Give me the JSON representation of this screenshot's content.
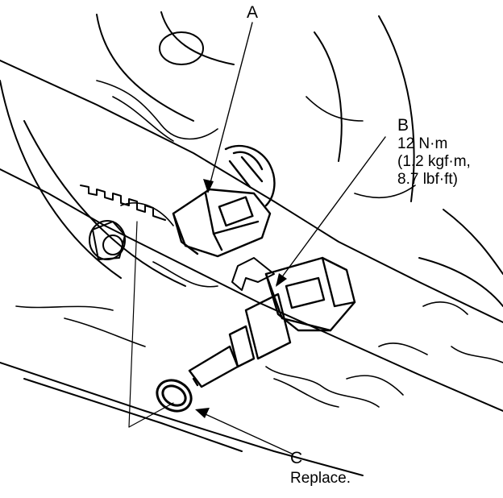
{
  "callouts": {
    "a": {
      "letter": "A"
    },
    "b": {
      "letter": "B",
      "torque_line1": "12 N·m",
      "torque_line2": "(1.2 kgf·m,",
      "torque_line3": "8.7 lbf·ft)"
    },
    "c": {
      "letter": "C",
      "note": "Replace."
    }
  },
  "colors": {
    "ink": "#000000",
    "paper": "#ffffff"
  }
}
